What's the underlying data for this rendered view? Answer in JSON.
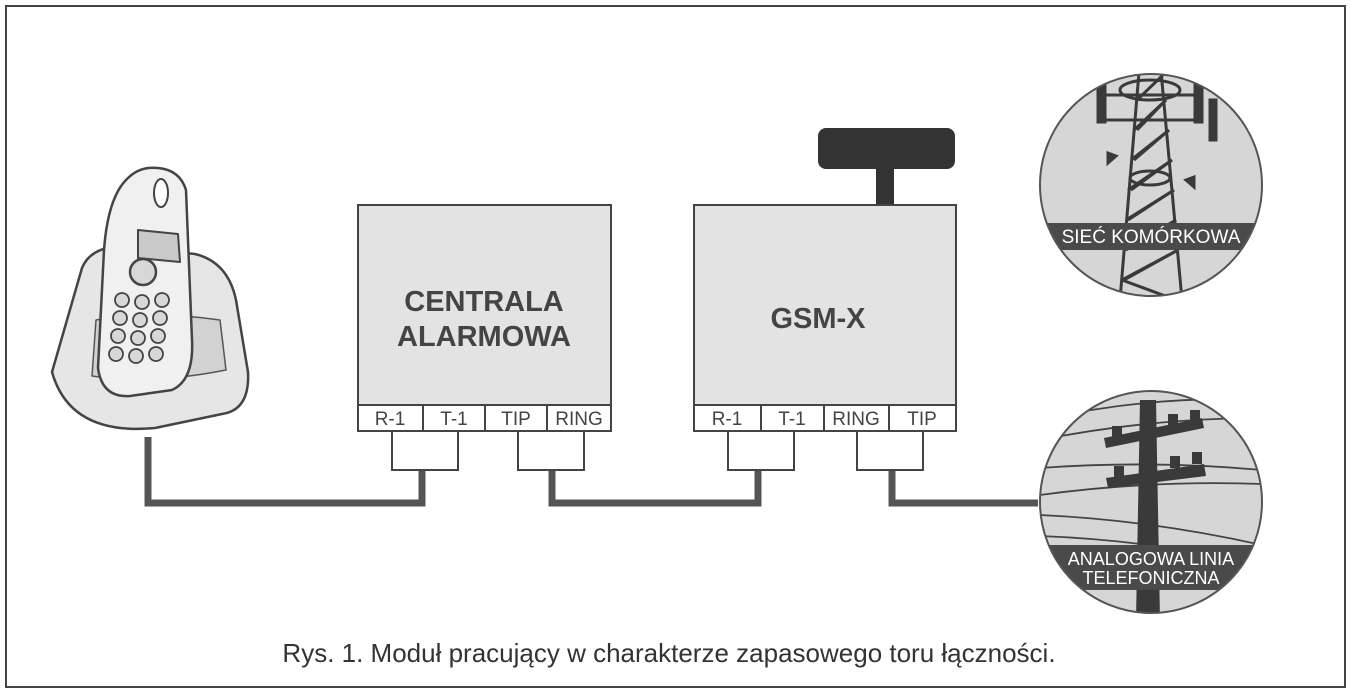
{
  "alarm_panel": {
    "line1": "CENTRALA",
    "line2": "ALARMOWA",
    "terminals": [
      "R-1",
      "T-1",
      "TIP",
      "RING"
    ]
  },
  "gsm_module": {
    "title": "GSM-X",
    "terminals": [
      "R-1",
      "T-1",
      "RING",
      "TIP"
    ]
  },
  "cellular_network": {
    "label": "SIEĆ KOMÓRKOWA"
  },
  "analog_line": {
    "label_line1": "ANALOGOWA LINIA",
    "label_line2": "TELEFONICZNA"
  },
  "caption": "Rys. 1. Moduł pracujący w charakterze zapasowego toru łączności.",
  "colors": {
    "box_fill": "#e3e3e3",
    "stroke": "#444444",
    "wire": "#555555",
    "circle_fill": "#d6d6d6",
    "label_band": "#4a4a4a",
    "antenna": "#333333"
  }
}
